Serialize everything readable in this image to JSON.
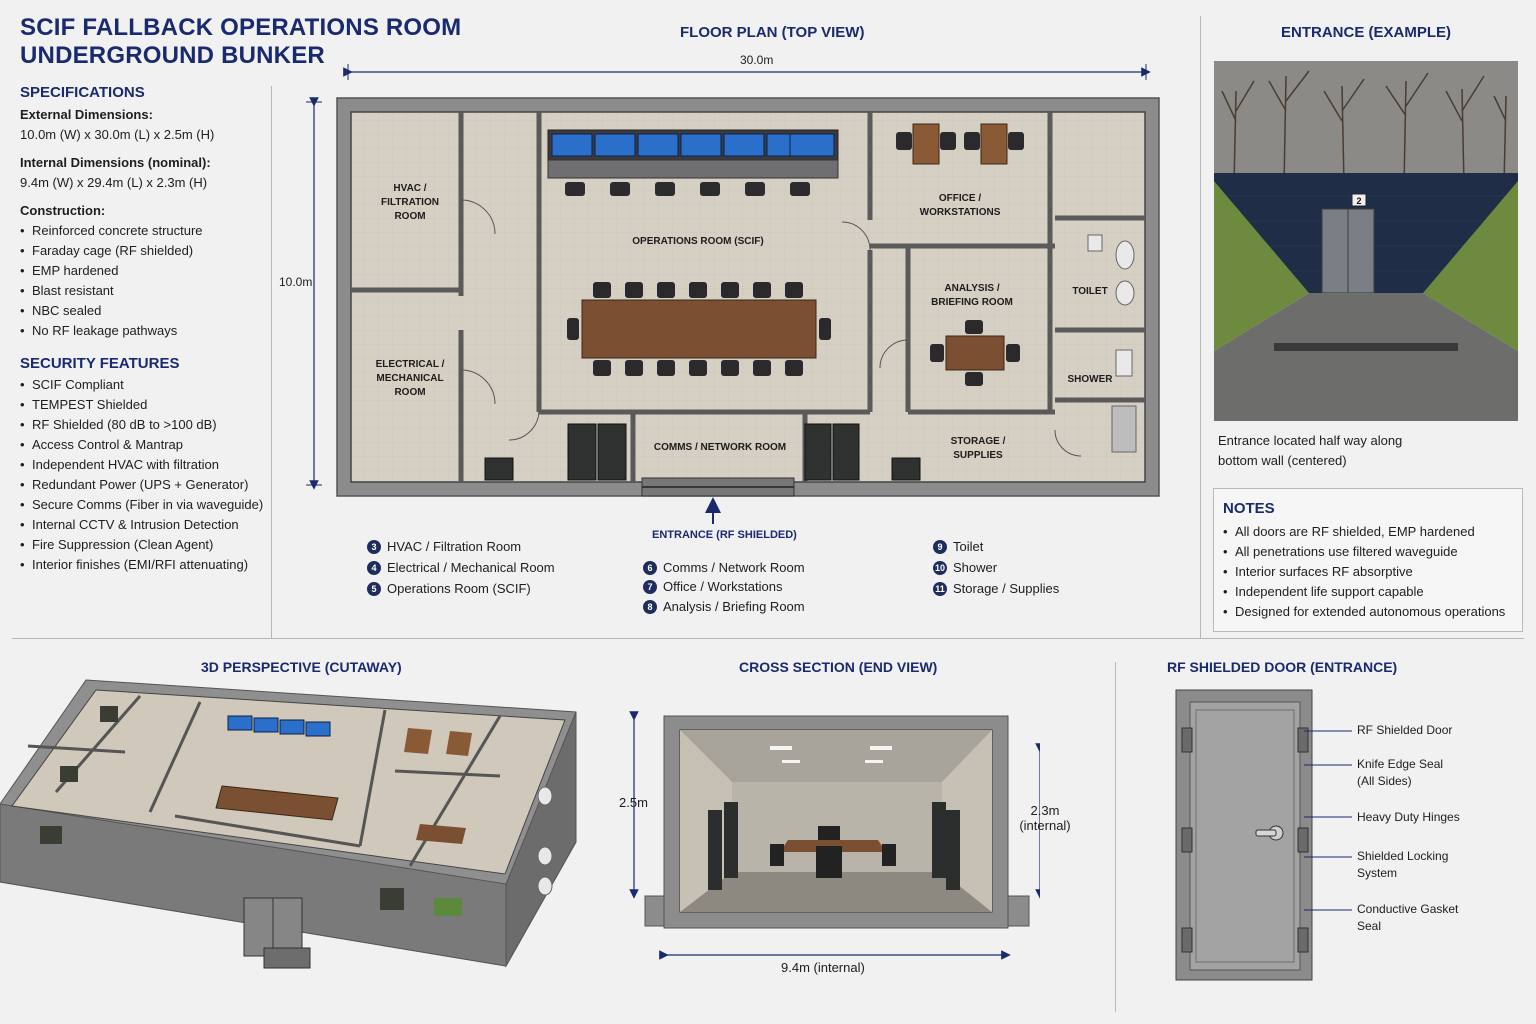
{
  "title": {
    "line1": "SCIF FALLBACK OPERATIONS ROOM",
    "line2": "UNDERGROUND BUNKER"
  },
  "specifications": {
    "heading": "SPECIFICATIONS",
    "external_label": "External Dimensions:",
    "external_value": "10.0m (W) x 30.0m (L) x 2.5m (H)",
    "internal_label": "Internal Dimensions (nominal):",
    "internal_value": "9.4m (W) x 29.4m (L) x 2.3m (H)",
    "construction_label": "Construction:",
    "construction_items": [
      "Reinforced concrete structure",
      "Faraday cage (RF shielded)",
      "EMP hardened",
      "Blast resistant",
      "NBC sealed",
      "No RF leakage pathways"
    ]
  },
  "security": {
    "heading": "SECURITY FEATURES",
    "items": [
      "SCIF Compliant",
      "TEMPEST Shielded",
      "RF Shielded (80 dB to >100 dB)",
      "Access Control & Mantrap",
      "Independent HVAC with filtration",
      "Redundant Power (UPS + Generator)",
      "Secure Comms (Fiber in via waveguide)",
      "Internal CCTV & Intrusion Detection",
      "Fire Suppression (Clean Agent)",
      "Interior finishes (EMI/RFI attenuating)"
    ]
  },
  "floor_plan": {
    "heading": "FLOOR PLAN (TOP VIEW)",
    "length_dim": "30.0m",
    "width_dim": "10.0m",
    "rooms": {
      "hvac": [
        "HVAC /",
        "FILTRATION",
        "ROOM"
      ],
      "electrical": [
        "ELECTRICAL /",
        "MECHANICAL",
        "ROOM"
      ],
      "operations": "OPERATIONS ROOM (SCIF)",
      "office": [
        "OFFICE /",
        "WORKSTATIONS"
      ],
      "analysis": [
        "ANALYSIS /",
        "BRIEFING ROOM"
      ],
      "toilet": "TOILET",
      "shower": "SHOWER",
      "storage": [
        "STORAGE /",
        "SUPPLIES"
      ],
      "comms": "COMMS / NETWORK ROOM"
    },
    "entrance_label": "ENTRANCE (RF SHIELDED)"
  },
  "legend": [
    {
      "num": "3",
      "label": "HVAC / Filtration Room"
    },
    {
      "num": "4",
      "label": "Electrical / Mechanical Room"
    },
    {
      "num": "5",
      "label": "Operations Room (SCIF)"
    },
    {
      "num": "6",
      "label": "Comms / Network Room"
    },
    {
      "num": "7",
      "label": "Office / Workstations"
    },
    {
      "num": "8",
      "label": "Analysis / Briefing Room"
    },
    {
      "num": "9",
      "label": "Toilet"
    },
    {
      "num": "10",
      "label": "Shower"
    },
    {
      "num": "11",
      "label": "Storage / Supplies"
    }
  ],
  "entrance_example": {
    "heading": "ENTRANCE (EXAMPLE)",
    "door_number": "2",
    "caption_line1": "Entrance located half way along",
    "caption_line2": "bottom wall (centered)"
  },
  "notes": {
    "heading": "NOTES",
    "items": [
      "All doors are RF shielded, EMP hardened",
      "All penetrations use filtered waveguide",
      "Interior surfaces RF absorptive",
      "Independent life support capable",
      "Designed for extended autonomous operations"
    ]
  },
  "perspective": {
    "heading": "3D PERSPECTIVE (CUTAWAY)"
  },
  "cross_section": {
    "heading": "CROSS SECTION (END VIEW)",
    "ext_height": "2.5m",
    "int_height_1": "2.3m",
    "int_height_2": "(internal)",
    "int_width": "9.4m (internal)"
  },
  "rf_door": {
    "heading": "RF SHIELDED DOOR (ENTRANCE)",
    "labels": [
      [
        "RF Shielded Door"
      ],
      [
        "Knife Edge Seal",
        "(All Sides)"
      ],
      [
        "Heavy Duty Hinges"
      ],
      [
        "Shielded Locking",
        "System"
      ],
      [
        "Conductive Gasket",
        "Seal"
      ]
    ]
  },
  "colors": {
    "navy": "#1a2a6e",
    "concrete": "#8a8a8a",
    "floor": "#d9d3c7",
    "wood": "#7a4f32",
    "screen": "#2a6fc9"
  }
}
